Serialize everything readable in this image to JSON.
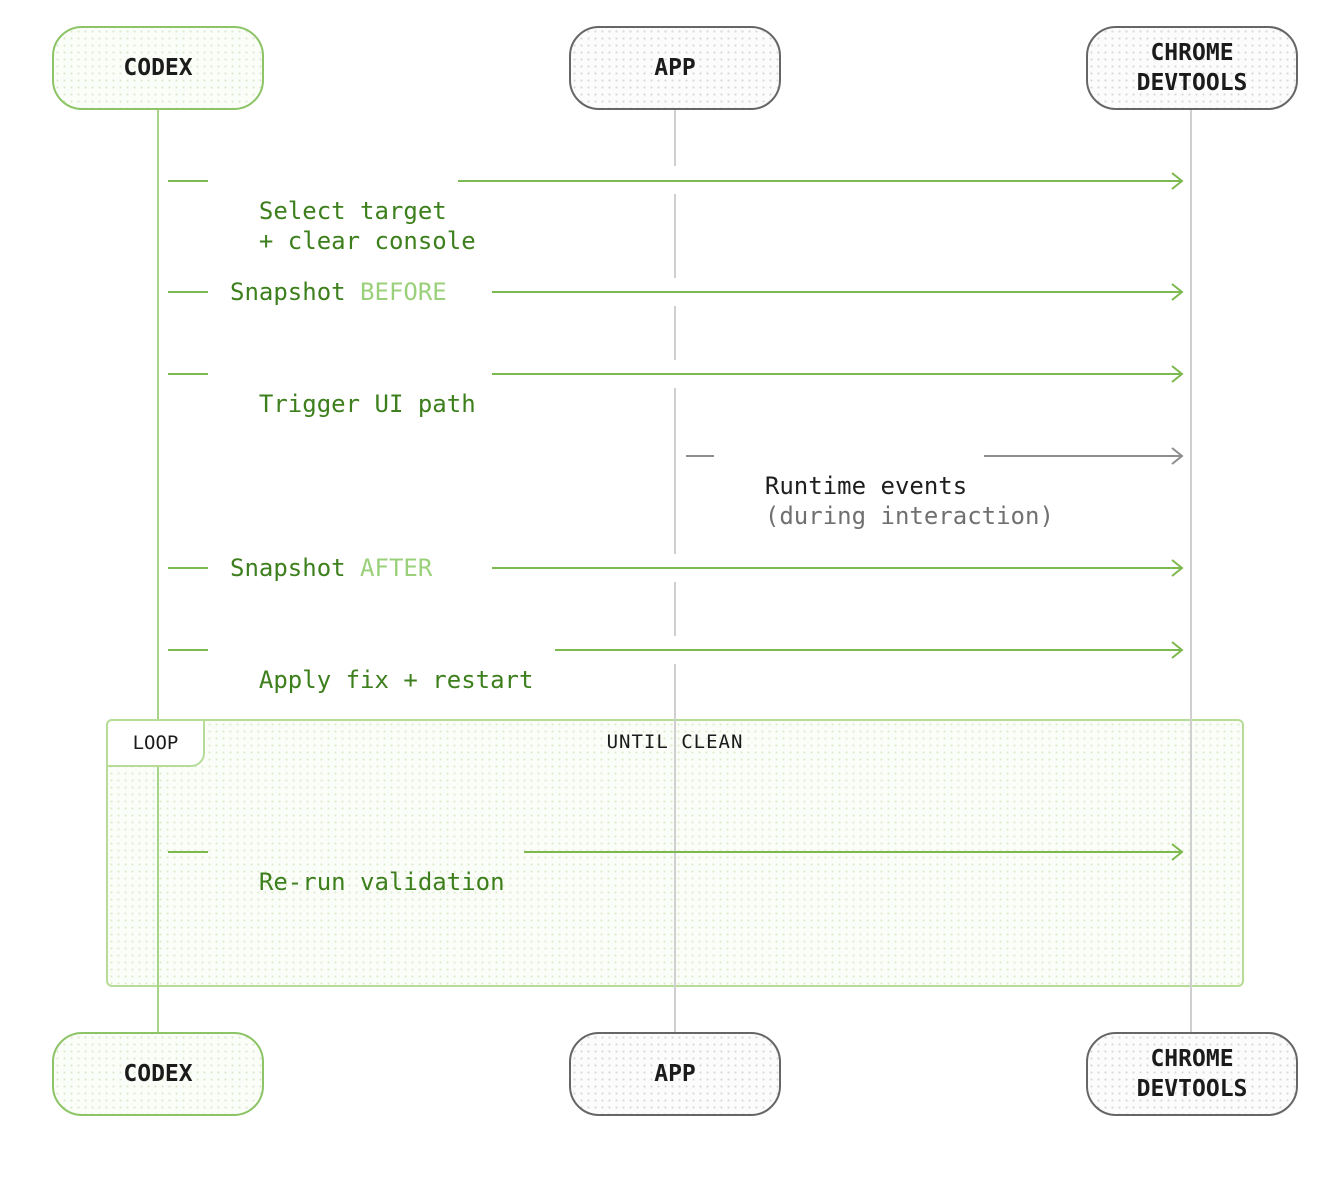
{
  "participants": {
    "codex": "CODEX",
    "app": "APP",
    "chrome": "CHROME\nDEVTOOLS"
  },
  "messages": {
    "select_target": "Select target",
    "select_target_sub": "+ clear console",
    "snapshot_before": "Snapshot ",
    "snapshot_before_hl": "BEFORE",
    "trigger": "Trigger UI path",
    "runtime": "Runtime events",
    "runtime_sub": "(during interaction)",
    "snapshot_after": "Snapshot ",
    "snapshot_after_hl": "AFTER",
    "apply_fix": "Apply fix + restart",
    "rerun": "Re-run validation"
  },
  "loop": {
    "label": "LOOP",
    "condition": "UNTIL CLEAN"
  },
  "colors": {
    "codex_accent": "#8cc466",
    "message_text": "#3c7f1c",
    "highlight": "#9bd07a",
    "neutral": "#666666"
  }
}
